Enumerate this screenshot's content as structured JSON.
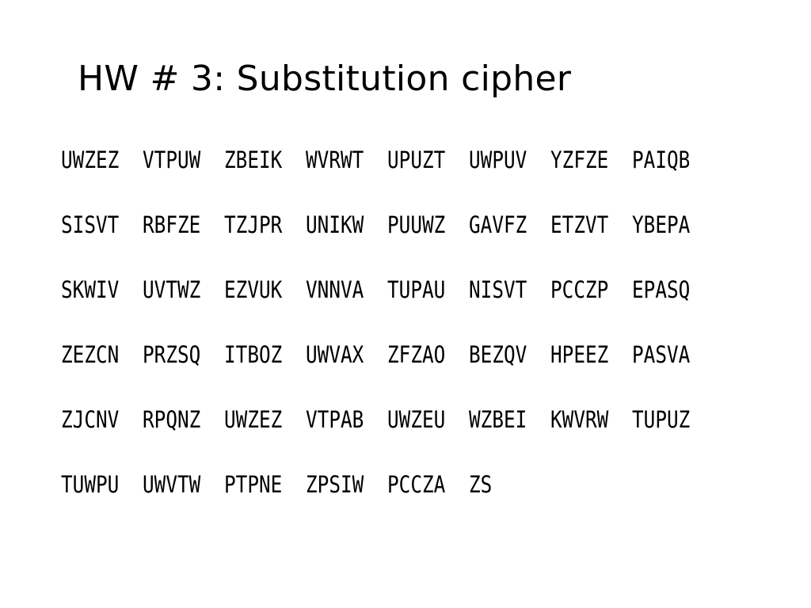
{
  "slide": {
    "title": "HW # 3: Substitution cipher"
  },
  "cipher": {
    "lines": [
      [
        "UWZEZ",
        "VTPUW",
        "ZBEIK",
        "WVRWT",
        "UPUZT",
        "UWPUV",
        "YZFZE",
        "PAIQB"
      ],
      [
        "SISVT",
        "RBFZE",
        "TZJPR",
        "UNIKW",
        "PUUWZ",
        "GAVFZ",
        "ETZVT",
        "YBEPA"
      ],
      [
        "SKWIV",
        "UVTWZ",
        "EZVUK",
        "VNNVA",
        "TUPAU",
        "NISVT",
        "PCCZP",
        "EPASQ"
      ],
      [
        "ZEZCN",
        "PRZSQ",
        "ITBOZ",
        "UWVAX",
        "ZFZAO",
        "BEZQV",
        "HPEEZ",
        "PASVA"
      ],
      [
        "ZJCNV",
        "RPQNZ",
        "UWZEZ",
        "VTPAB",
        "UWZEU",
        "WZBEI",
        "KWVRW",
        "TUPUZ"
      ],
      [
        "TUWPU",
        "UWVTW",
        "PTPNE",
        "ZPSIW",
        "PCCZA",
        "ZS"
      ]
    ]
  },
  "colors": {
    "text": "#000000",
    "background": "#ffffff"
  }
}
